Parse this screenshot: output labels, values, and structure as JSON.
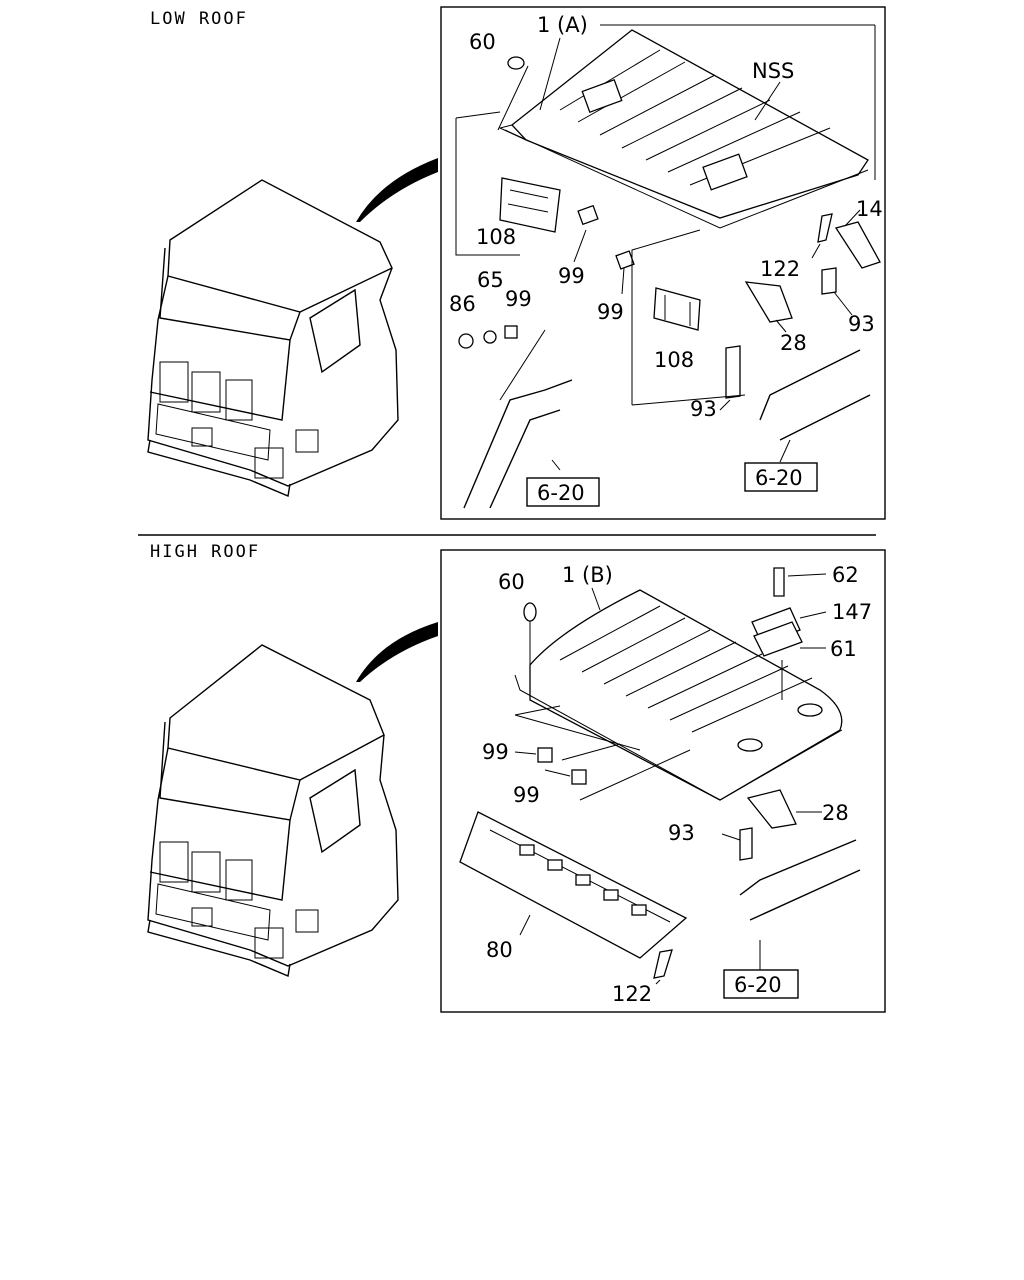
{
  "sections": [
    {
      "title": "LOW ROOF",
      "assembly_label": "1 (A)",
      "callouts": [
        "60",
        "NSS",
        "14",
        "108",
        "99",
        "122",
        "93",
        "65",
        "86",
        "99",
        "99",
        "108",
        "28",
        "93"
      ],
      "refs": [
        "6-20",
        "6-20"
      ]
    },
    {
      "title": "HIGH ROOF",
      "assembly_label": "1 (B)",
      "callouts": [
        "60",
        "62",
        "147",
        "61",
        "99",
        "99",
        "28",
        "93",
        "80",
        "122"
      ],
      "refs": [
        "6-20"
      ]
    }
  ]
}
